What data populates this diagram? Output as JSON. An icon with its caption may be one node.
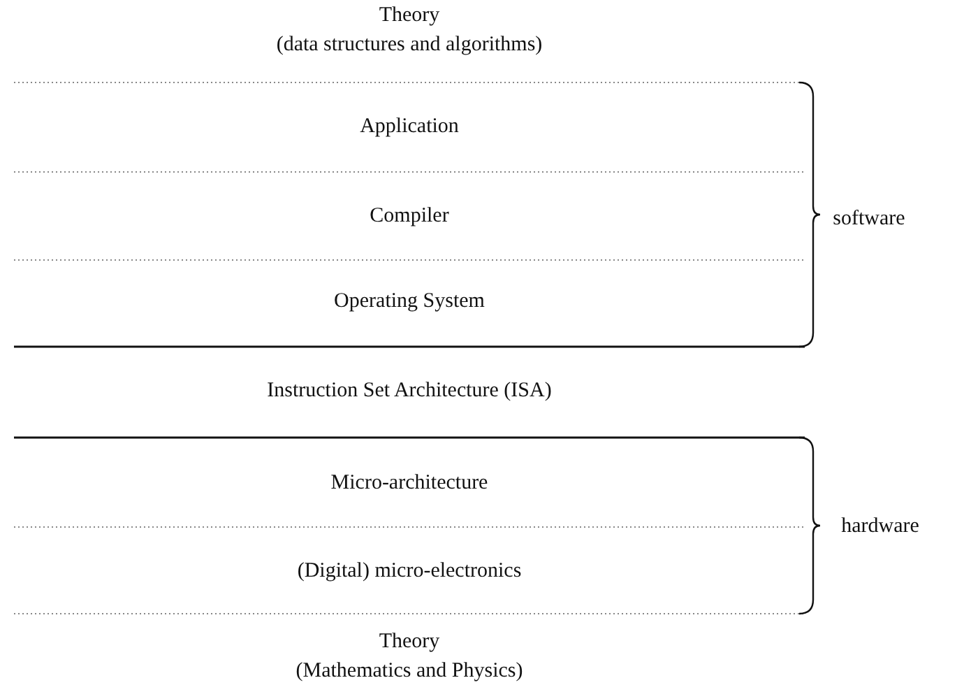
{
  "diagram": {
    "labels": [
      "Theory (data structures and algorithms)",
      "Application",
      "Compiler",
      "Operating System",
      "software",
      "Instruction Set Architecture (ISA)",
      "hardware",
      "Micro-architecture",
      "(Digital) micro-electronics",
      "Theory (Mathematics and Physics)"
    ]
  }
}
